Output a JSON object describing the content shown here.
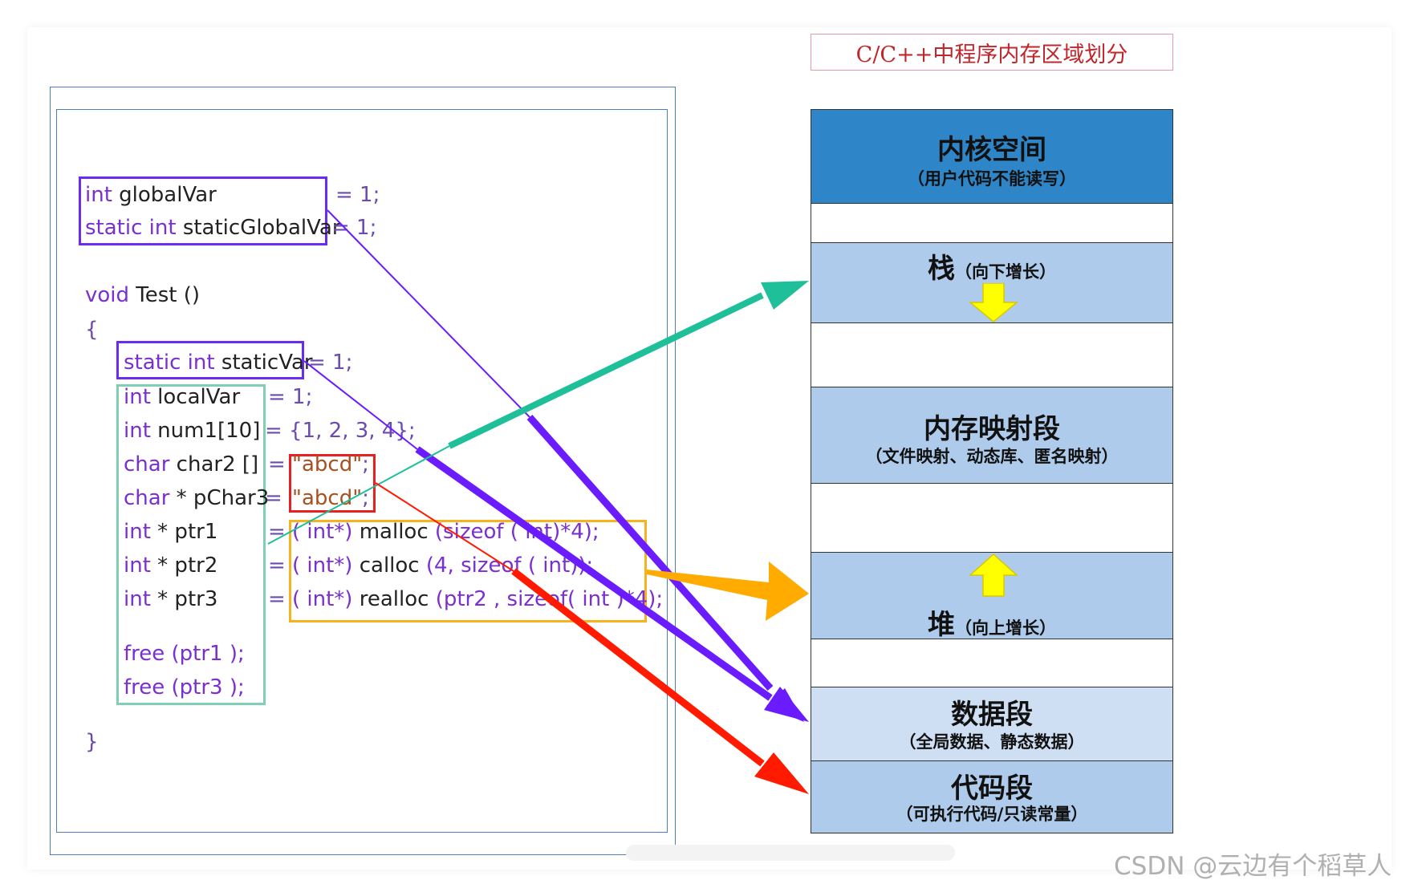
{
  "title": "C/C++中程序内存区域划分",
  "code_lines": {
    "l1": {
      "kw": "int",
      "id": "globalVar",
      "rest": "= 1;"
    },
    "l2": {
      "kw": "static int",
      "id": "staticGlobalVar",
      "rest": "= 1;"
    },
    "l3": {
      "kw": "void",
      "id": "Test ()"
    },
    "l4": {
      "text": "{"
    },
    "l5": {
      "kw": "static int",
      "id": "staticVar",
      "rest": "= 1;"
    },
    "l6": {
      "kw": "int",
      "id": "localVar",
      "rest": "= 1;"
    },
    "l7": {
      "kw": "int",
      "id": "num1[10]",
      "rest": "= {1, 2, 3, 4};"
    },
    "l8": {
      "kw": "char",
      "id": "char2 []",
      "eq": "=",
      "str": "\"abcd\"",
      "end": ";"
    },
    "l9": {
      "kw": "char",
      "id": "* pChar3",
      "eq": "=",
      "str": "\"abcd\"",
      "end": ";"
    },
    "l10": {
      "kw": "int",
      "id": "* ptr1",
      "eq": "=",
      "cast": "( int*)",
      "fn": "malloc",
      "args": "(sizeof ( int)*4);"
    },
    "l11": {
      "kw": "int",
      "id": "* ptr2",
      "eq": "=",
      "cast": "( int*)",
      "fn": "calloc",
      "args": "(4, sizeof ( int));"
    },
    "l12": {
      "kw": "int",
      "id": "* ptr3",
      "eq": "=",
      "cast": "( int*)",
      "fn": "realloc",
      "args": "(ptr2 , sizeof( int )*4);"
    },
    "l13": {
      "text": "free (ptr1 );"
    },
    "l14": {
      "text": "free (ptr3 );"
    },
    "l15": {
      "text": "}"
    }
  },
  "memory": {
    "kernel": {
      "title": "内核空间",
      "sub": "（用户代码不能读写）",
      "color": "#2e86c8"
    },
    "stack": {
      "title": "栈",
      "sub": "（向下增长）",
      "color": "#afcbeb"
    },
    "mmap": {
      "title": "内存映射段",
      "sub": "（文件映射、动态库、匿名映射）",
      "color": "#afcbeb"
    },
    "heap": {
      "title": "堆",
      "sub": "（向上增长）",
      "color": "#afcbeb"
    },
    "data": {
      "title": "数据段",
      "sub": "（全局数据、静态数据）",
      "color": "#cfdff3"
    },
    "code": {
      "title": "代码段",
      "sub": "（可执行代码/只读常量）",
      "color": "#afcbeb"
    }
  },
  "arrow_colors": {
    "purple": "#6a1cff",
    "teal": "#1fbf9a",
    "orange": "#ffab00",
    "red": "#ff1a00",
    "yellow": "#ffff00"
  },
  "watermark": "CSDN @云边有个稻草人"
}
